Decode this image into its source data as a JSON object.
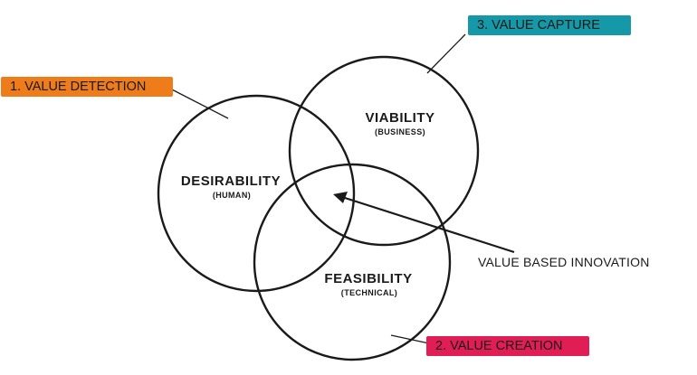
{
  "tags": {
    "value_detection": {
      "label": "1. VALUE DETECTION",
      "color": "#ee7c1b"
    },
    "value_capture": {
      "label": "3. VALUE CAPTURE",
      "color": "#1598a8"
    },
    "value_creation": {
      "label": "2. VALUE CREATION",
      "color": "#e01e55"
    }
  },
  "circles": {
    "desirability": {
      "title": "DESIRABILITY",
      "subtitle": "(HUMAN)"
    },
    "viability": {
      "title": "VIABILITY",
      "subtitle": "(BUSINESS)"
    },
    "feasibility": {
      "title": "FEASIBILITY",
      "subtitle": "(TECHNICAL)"
    }
  },
  "center_label": "VALUE BASED INNOVATION"
}
